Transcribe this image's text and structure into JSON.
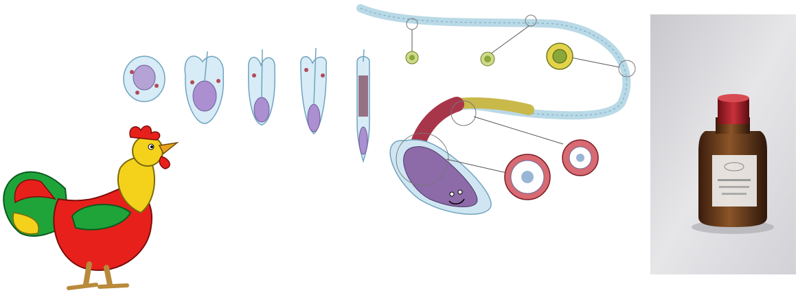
{
  "scene": {
    "panels": [
      {
        "id": "rooster",
        "icon": "rooster-cartoon-icon"
      },
      {
        "id": "spermatogenesis",
        "icon": "sperm-development-diagram"
      },
      {
        "id": "bottle",
        "icon": "medicine-bottle-photo"
      }
    ],
    "colors": {
      "rooster_red": "#e8201c",
      "rooster_green": "#1fa43a",
      "rooster_yellow": "#f4d21c",
      "cell_blue": "#cfe6f2",
      "nucleus_purple": "#a98ccd",
      "midpiece_red": "#a8364a",
      "bottle_cap": "#b3202a",
      "bottle_glass": "#6b3b1c",
      "photo_bg": "#d9d9dc"
    }
  }
}
